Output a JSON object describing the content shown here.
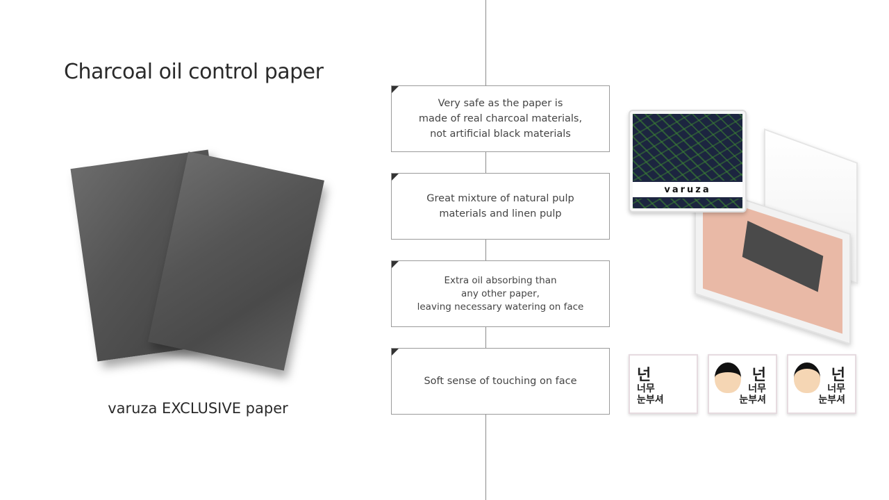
{
  "title": "Charcoal oil control paper",
  "caption": "varuza EXCLUSIVE paper",
  "features": [
    "Very safe as the paper is\nmade of real charcoal materials,\nnot artificial black materials",
    "Great mixture of natural pulp\nmaterials and linen pulp",
    "Extra oil absorbing than\nany other paper,\nleaving necessary watering on face",
    "Soft sense of touching on face"
  ],
  "product": {
    "brand_label": "varuza",
    "sticker_text_top": "넌",
    "sticker_text": "너무\n눈부셔"
  },
  "colors": {
    "compact_lid": "#1c2540",
    "paper": "#555555",
    "pink_insert": "#e9b9a6"
  }
}
